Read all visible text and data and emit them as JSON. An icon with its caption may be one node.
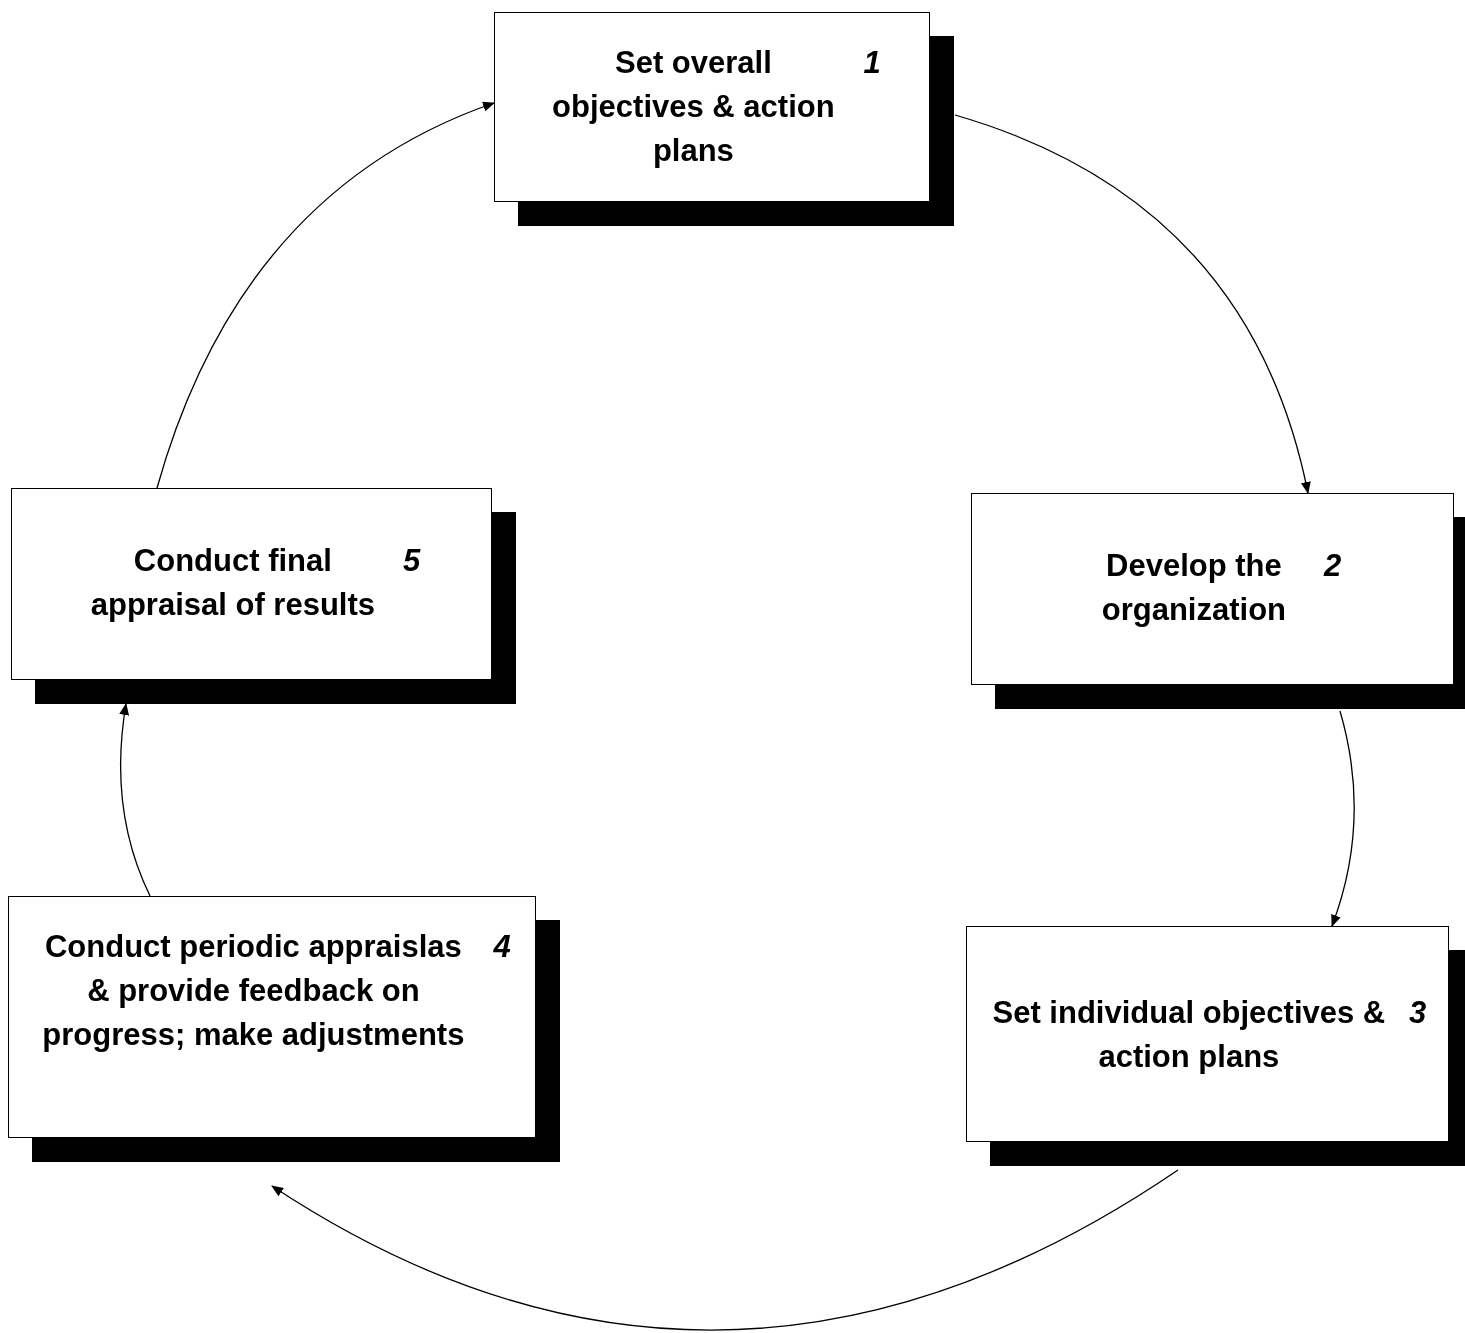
{
  "diagram": {
    "nodes": [
      {
        "text": [
          "Set overall objectives & action plans",
          "1"
        ]
      },
      {
        "text": [
          "Develop the organization",
          "2"
        ]
      },
      {
        "text": [
          "Set individual objectives & action plans",
          "3"
        ]
      },
      {
        "text": [
          "Conduct periodic appraislas & provide feedback on progress; make adjustments",
          "4"
        ]
      },
      {
        "text": [
          "Conduct final appraisal of results",
          "5"
        ]
      }
    ],
    "edges": [
      {
        "from": 0,
        "to": 1,
        "arrow": "to"
      },
      {
        "from": 1,
        "to": 2,
        "arrow": "to"
      },
      {
        "from": 2,
        "to": 3,
        "arrow": "to"
      },
      {
        "from": 3,
        "to": 4,
        "arrow": "to"
      },
      {
        "from": 4,
        "to": 0,
        "arrow": "to"
      }
    ]
  }
}
